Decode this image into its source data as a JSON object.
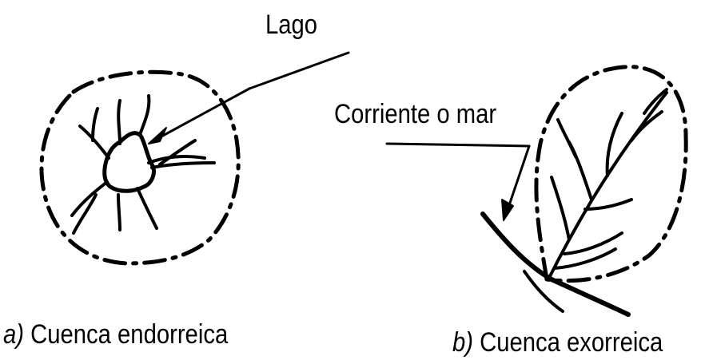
{
  "labels": {
    "lake": "Lago",
    "stream": "Corriente o mar",
    "caption_a_letter": "a)",
    "caption_a_text": "Cuenca endorreica",
    "caption_b_letter": "b)",
    "caption_b_text": "Cuenca exorreica"
  },
  "colors": {
    "ink": "#000000",
    "background": "#ffffff"
  }
}
